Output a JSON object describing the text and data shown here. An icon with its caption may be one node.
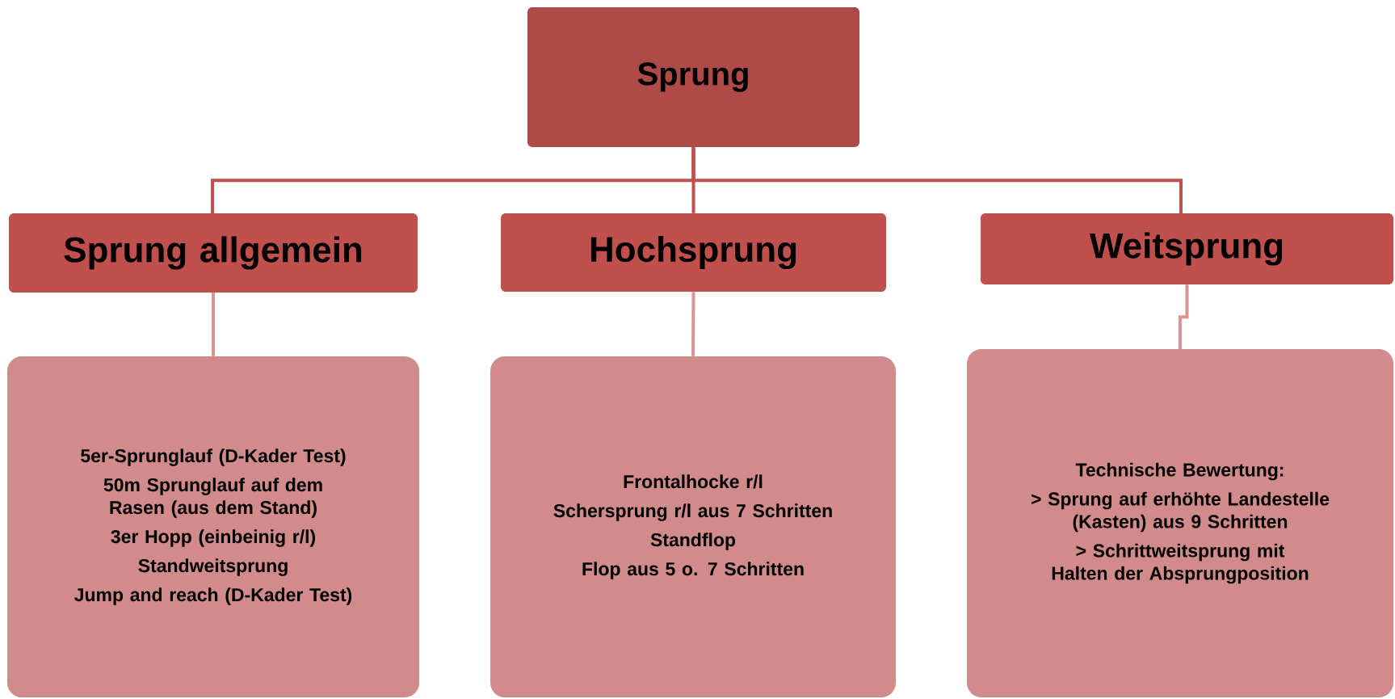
{
  "diagram": {
    "nodes": [
      {
        "text": [
          "Sprung"
        ]
      },
      {
        "text": [
          "Sprung allgemein"
        ]
      },
      {
        "text": [
          "Hochsprung"
        ]
      },
      {
        "text": [
          "Weitsprung"
        ]
      },
      {
        "text": [
          "5er-Sprunglauf (D-Kader Test)",
          "50m Sprunglauf auf dem Rasen (aus dem Stand)",
          "3er Hopp (einbeinig r/l)",
          "Standweitsprung",
          "Jump and reach (D-Kader Test)"
        ]
      },
      {
        "text": [
          "Frontalhocke r/l",
          "Schersprung r/l aus 7 Schritten",
          "Standflop",
          "Flop aus 5 o. 7 Schritten"
        ]
      },
      {
        "text": [
          "Technische Bewertung:",
          "> Sprung auf erhöhte Landestelle (Kasten) aus 9 Schritten",
          "> Schrittweitsprung mit Halten der Absprungposition"
        ]
      }
    ],
    "edges": [
      {
        "from": 0,
        "to": 1,
        "arrow": "none"
      },
      {
        "from": 0,
        "to": 2,
        "arrow": "none"
      },
      {
        "from": 0,
        "to": 3,
        "arrow": "none"
      },
      {
        "from": 1,
        "to": 4,
        "arrow": "none",
        "color": "#d99594"
      },
      {
        "from": 2,
        "to": 5,
        "arrow": "none",
        "color": "#d99594"
      },
      {
        "from": 3,
        "to": 6,
        "arrow": "none",
        "color": "#d99594"
      }
    ]
  }
}
